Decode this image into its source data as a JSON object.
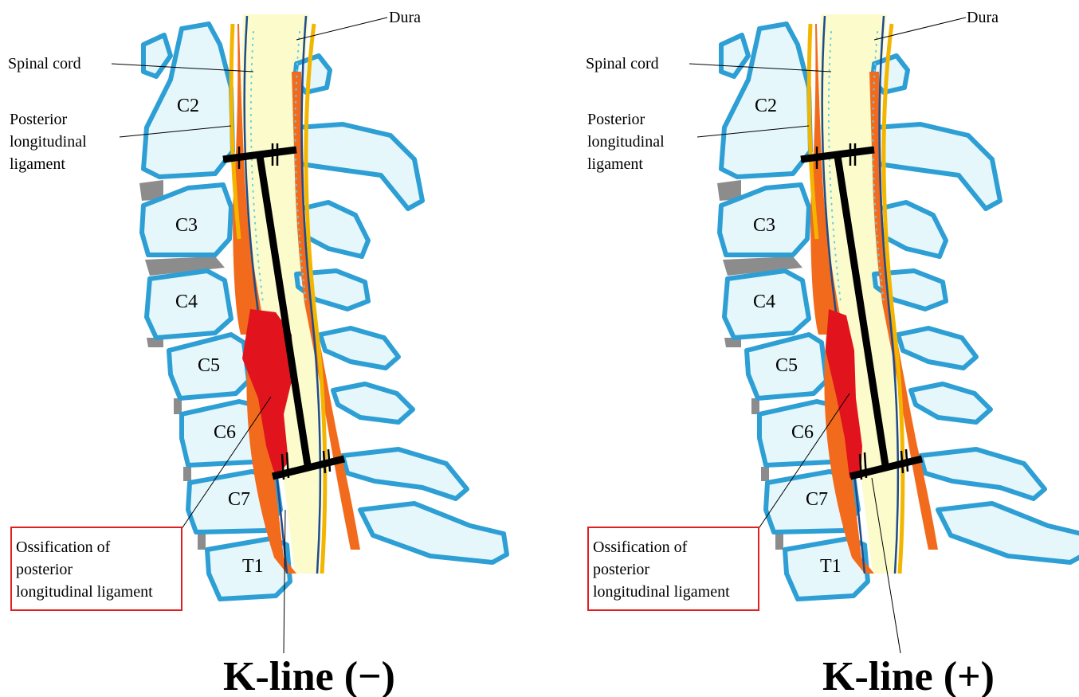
{
  "figures": [
    {
      "title": "K-line (−)",
      "labels": {
        "dura": "Dura",
        "spinal_cord": "Spinal cord",
        "pll_line1": "Posterior",
        "pll_line2": "longitudinal",
        "pll_line3": "ligament",
        "opll_line1": "Ossification of",
        "opll_line2": "posterior",
        "opll_line3": "longitudinal  ligament"
      },
      "vertebrae": [
        "C2",
        "C3",
        "C4",
        "C5",
        "C6",
        "C7",
        "T1"
      ]
    },
    {
      "title": "K-line (+)",
      "labels": {
        "dura": "Dura",
        "spinal_cord": "Spinal cord",
        "pll_line1": "Posterior",
        "pll_line2": "longitudinal",
        "pll_line3": "ligament",
        "opll_line1": "Ossification of",
        "opll_line2": "posterior",
        "opll_line3": "longitudinal  ligament"
      },
      "vertebrae": [
        "C2",
        "C3",
        "C4",
        "C5",
        "C6",
        "C7",
        "T1"
      ]
    }
  ],
  "colors": {
    "bone_fill": "#e6f7fb",
    "bone_outline": "#2e9fd4",
    "disc": "#8c8c8c",
    "spinal_canal": "#fbfbcc",
    "ligament": "#f26b1d",
    "ligamentum_flavum": "#f3b600",
    "dura": "#1e4c8c",
    "opll": "#e1141e",
    "k_line": "#000000",
    "callout_box": "#e02020"
  }
}
